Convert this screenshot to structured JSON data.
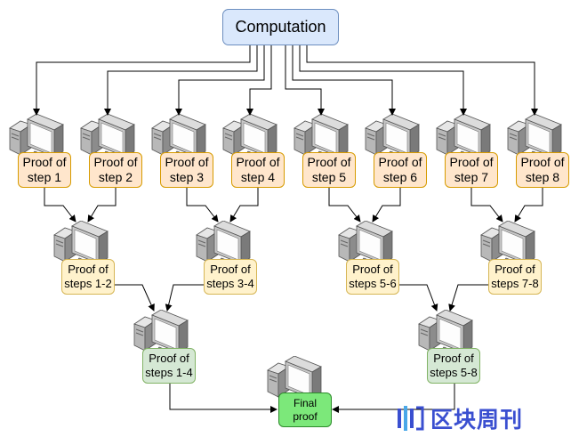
{
  "top": {
    "label": "Computation"
  },
  "level1": [
    {
      "label": "Proof of\nstep 1"
    },
    {
      "label": "Proof of\nstep 2"
    },
    {
      "label": "Proof of\nstep 3"
    },
    {
      "label": "Proof of\nstep 4"
    },
    {
      "label": "Proof of\nstep 5"
    },
    {
      "label": "Proof of\nstep 6"
    },
    {
      "label": "Proof of\nstep 7"
    },
    {
      "label": "Proof of\nstep 8"
    }
  ],
  "level2": [
    {
      "label": "Proof of\nsteps 1-2"
    },
    {
      "label": "Proof of\nsteps 3-4"
    },
    {
      "label": "Proof of\nsteps 5-6"
    },
    {
      "label": "Proof of\nsteps 7-8"
    }
  ],
  "level3": [
    {
      "label": "Proof of\nsteps 1-4"
    },
    {
      "label": "Proof of\nsteps 5-8"
    }
  ],
  "final": {
    "label": "Final\nproof"
  },
  "watermark": {
    "text": "区块周刊",
    "color": "#3a4fd0"
  },
  "icon": "computer-icon"
}
